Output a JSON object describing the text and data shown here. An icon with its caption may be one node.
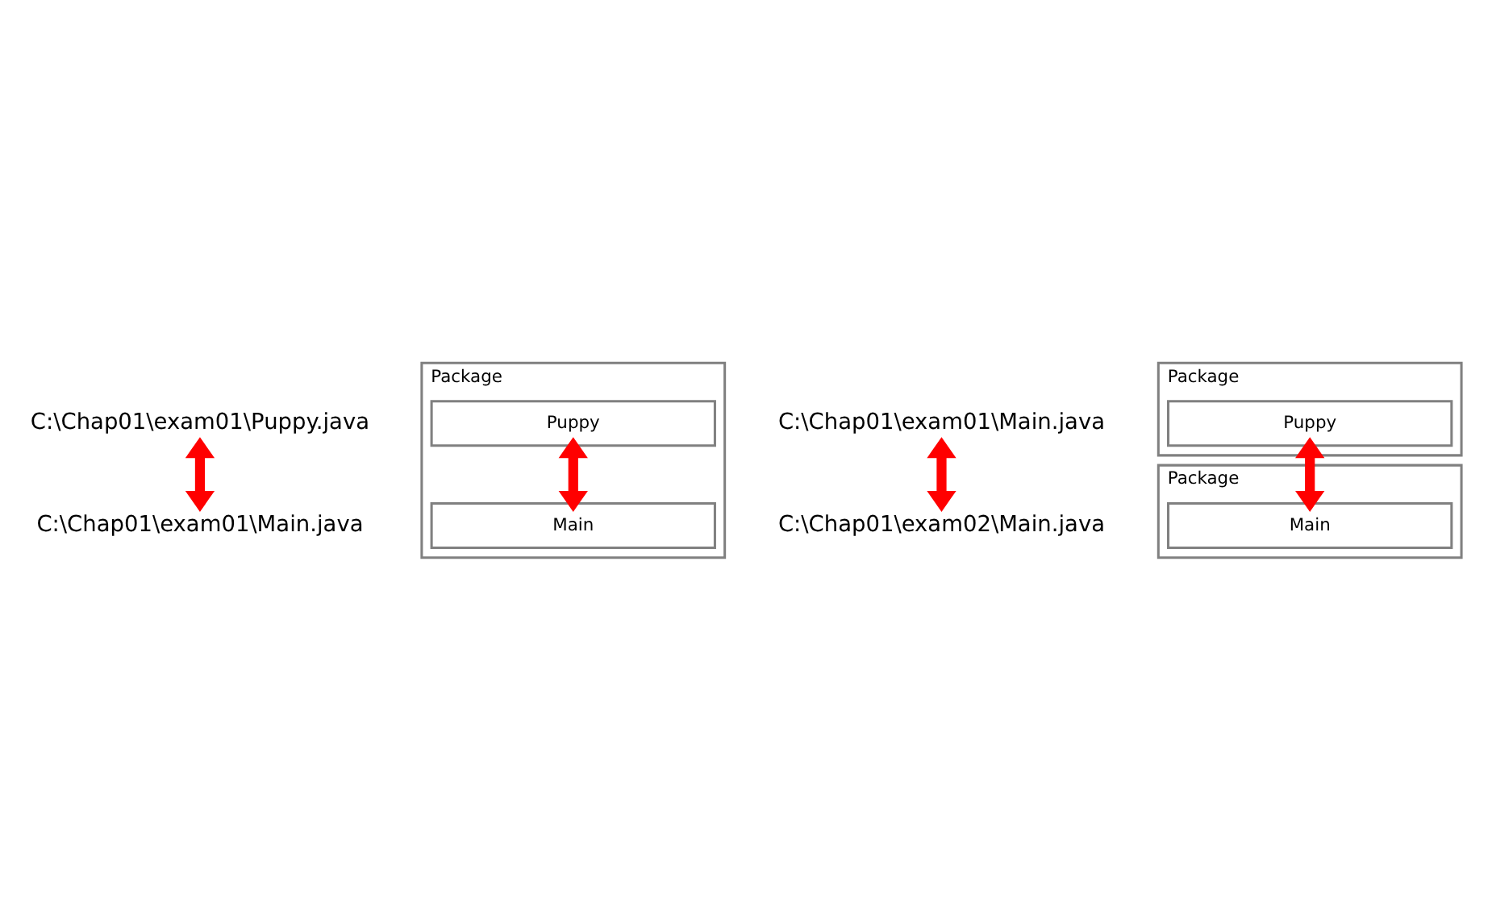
{
  "diagram": {
    "nodes": [
      {
        "text": [
          "C:\\Chap01\\exam01\\Puppy.java"
        ]
      },
      {
        "text": [
          "C:\\Chap01\\exam01\\Main.java"
        ]
      },
      {
        "text": [
          "Package"
        ]
      },
      {
        "text": [
          "Puppy"
        ],
        "in": 2
      },
      {
        "text": [
          "Main"
        ],
        "in": 2
      },
      {
        "text": [
          "C:\\Chap01\\exam01\\Main.java"
        ]
      },
      {
        "text": [
          "C:\\Chap01\\exam02\\Main.java"
        ]
      },
      {
        "text": [
          "Package"
        ]
      },
      {
        "text": [
          "Puppy"
        ],
        "in": 7
      },
      {
        "text": [
          "Package"
        ]
      },
      {
        "text": [
          "Main"
        ],
        "in": 9
      }
    ],
    "edges": [
      {
        "from": 0,
        "to": 1,
        "arrow": "both"
      },
      {
        "from": 3,
        "to": 4,
        "arrow": "both"
      },
      {
        "from": 5,
        "to": 6,
        "arrow": "both"
      },
      {
        "from": 8,
        "to": 10,
        "arrow": "both"
      }
    ]
  }
}
